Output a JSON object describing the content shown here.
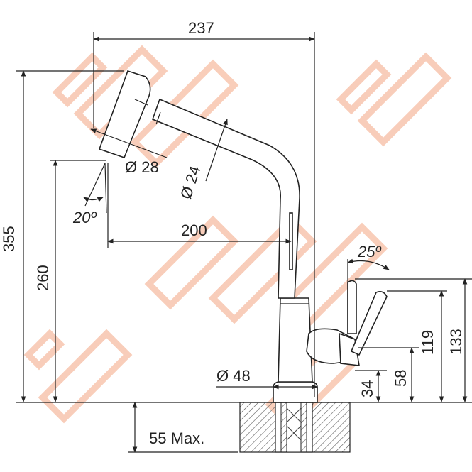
{
  "drawing": {
    "dimensions": {
      "total_width": "237",
      "total_height": "355",
      "spout_height": "260",
      "spout_reach": "200",
      "spray_diameter": "Ø 28",
      "tube_diameter": "Ø 24",
      "spray_angle": "20º",
      "lever_angle": "25º",
      "lever_top": "133",
      "lever_mid": "119",
      "lever_pivot": "58",
      "base_gap": "34",
      "base_diameter": "Ø 48",
      "worktop": "55 Max."
    },
    "colors": {
      "watermark": "#f4a582",
      "line": "#222222",
      "hatch": "#555555"
    }
  }
}
